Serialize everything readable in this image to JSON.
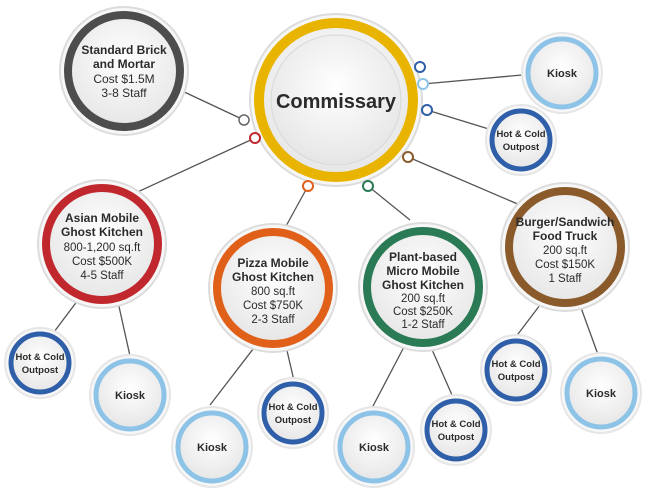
{
  "diagram": {
    "center": {
      "label": "Commissary",
      "color": "#e8b400"
    },
    "brick_and_mortar": {
      "lines": [
        "Standard Brick",
        "and Mortar",
        "Cost $1.5M",
        "3-8 Staff"
      ],
      "color": "#4d4d4d"
    },
    "concepts": [
      {
        "lines": [
          "Asian Mobile",
          "Ghost Kitchen",
          "800-1,200 sq.ft",
          "Cost $500K",
          "4-5 Staff"
        ],
        "color": "#c0282e"
      },
      {
        "lines": [
          "Pizza Mobile",
          "Ghost Kitchen",
          "800 sq.ft",
          "Cost $750K",
          "2-3 Staff"
        ],
        "color": "#e0601a"
      },
      {
        "lines": [
          "Plant-based",
          "Micro Mobile",
          "Ghost Kitchen",
          "200 sq.ft",
          "Cost $250K",
          "1-2 Staff"
        ],
        "color": "#2a7a55"
      },
      {
        "lines": [
          "Burger/Sandwich",
          "Food Truck",
          "200 sq.ft",
          "Cost $150K",
          "1 Staff"
        ],
        "color": "#8a5a2b"
      }
    ],
    "kiosk_label": "Kiosk",
    "outpost_lines": [
      "Hot & Cold",
      "Outpost"
    ],
    "kiosk_color": "#8ec3e8",
    "outpost_color": "#2f5fa8",
    "connector_color": "#4a4a4a"
  }
}
